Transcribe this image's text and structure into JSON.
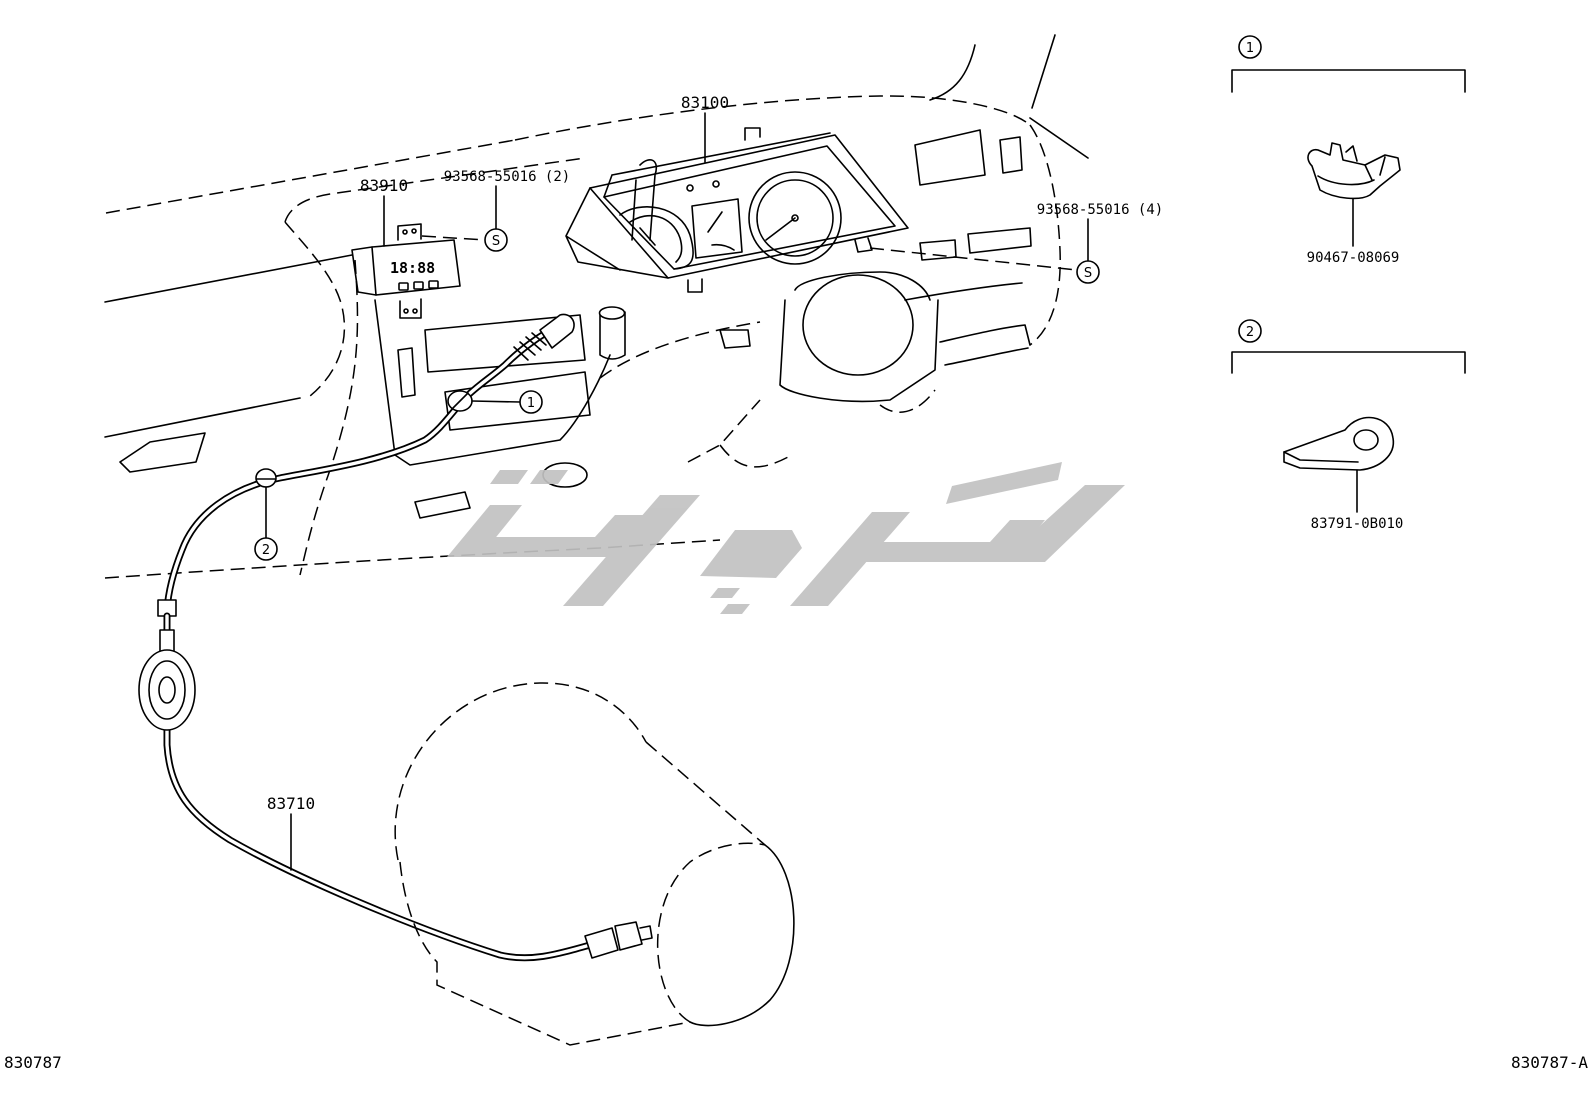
{
  "diagram": {
    "cluster_part": "83100",
    "clock_part": "83910",
    "clock_display": "18:88",
    "screw_left": "93568-55016 (2)",
    "screw_right": "93568-55016 (4)",
    "screw_marker": "S",
    "cable_part": "83710",
    "callout_1": "1",
    "callout_2": "2"
  },
  "details": [
    {
      "marker": "1",
      "part_number": "90467-08069"
    },
    {
      "marker": "2",
      "part_number": "83791-0B010"
    }
  ],
  "footer": {
    "left_code": "830787",
    "right_code": "830787-A"
  },
  "colors": {
    "line": "#000000",
    "watermark": "#c2c2c2"
  }
}
